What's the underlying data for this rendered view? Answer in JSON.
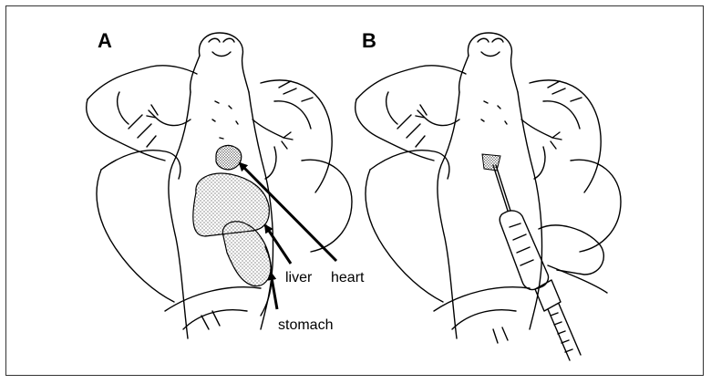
{
  "panels": [
    {
      "label": "A"
    },
    {
      "label": "B"
    }
  ],
  "annotations": {
    "liver": "liver",
    "heart": "heart",
    "stomach": "stomach"
  },
  "colors": {
    "line": "#000000",
    "stipple": "#555555",
    "background": "#ffffff"
  }
}
